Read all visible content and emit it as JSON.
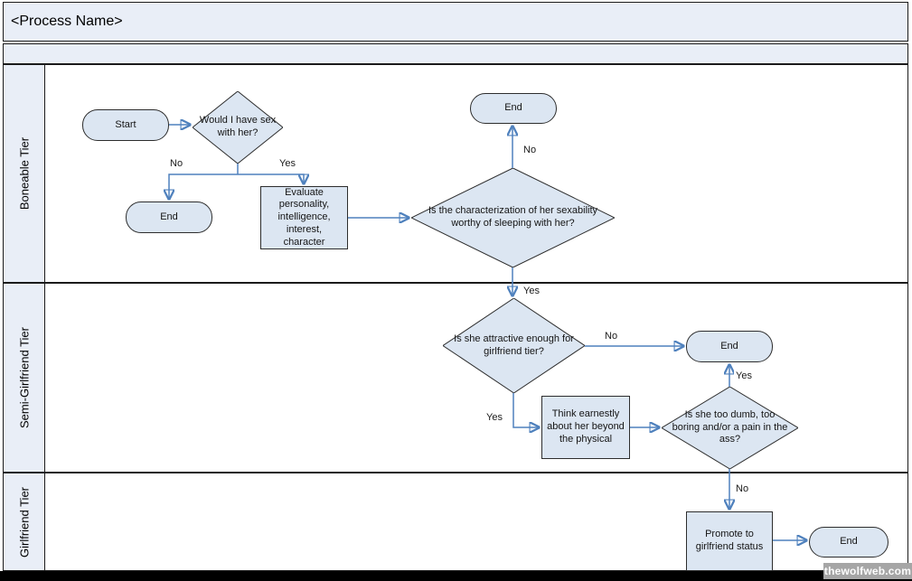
{
  "title": "<Process Name>",
  "lanes": [
    {
      "label": "Boneable Tier"
    },
    {
      "label": "Semi-Girlfriend Tier"
    },
    {
      "label": "Girlfriend Tier"
    }
  ],
  "nodes": {
    "start": "Start",
    "would_sex": "Would I have sex with her?",
    "end_boneable": "End",
    "evaluate": "Evaluate personality, intelligence, interest, character",
    "characterization": "Is the characterization of her sexability worthy of sleeping with her?",
    "end_characterization": "End",
    "attractive": "Is she attractive enough for girlfriend tier?",
    "end_attractive": "End",
    "think": "Think earnestly about her beyond the physical",
    "too_dumb": "Is she too dumb, too boring and/or a pain in the ass?",
    "promote": "Promote to girlfriend status",
    "end_final": "End"
  },
  "edge_labels": {
    "would_sex_no": "No",
    "would_sex_yes": "Yes",
    "characterization_no": "No",
    "characterization_yes": "Yes",
    "attractive_no": "No",
    "attractive_yes": "Yes",
    "too_dumb_yes": "Yes",
    "too_dumb_no": "No"
  },
  "watermark": "thewolfweb.com",
  "colors": {
    "shape_fill": "#dce6f2",
    "band_fill": "#e9eef7",
    "arrow": "#4f81bd",
    "border": "#2d2d2d"
  }
}
